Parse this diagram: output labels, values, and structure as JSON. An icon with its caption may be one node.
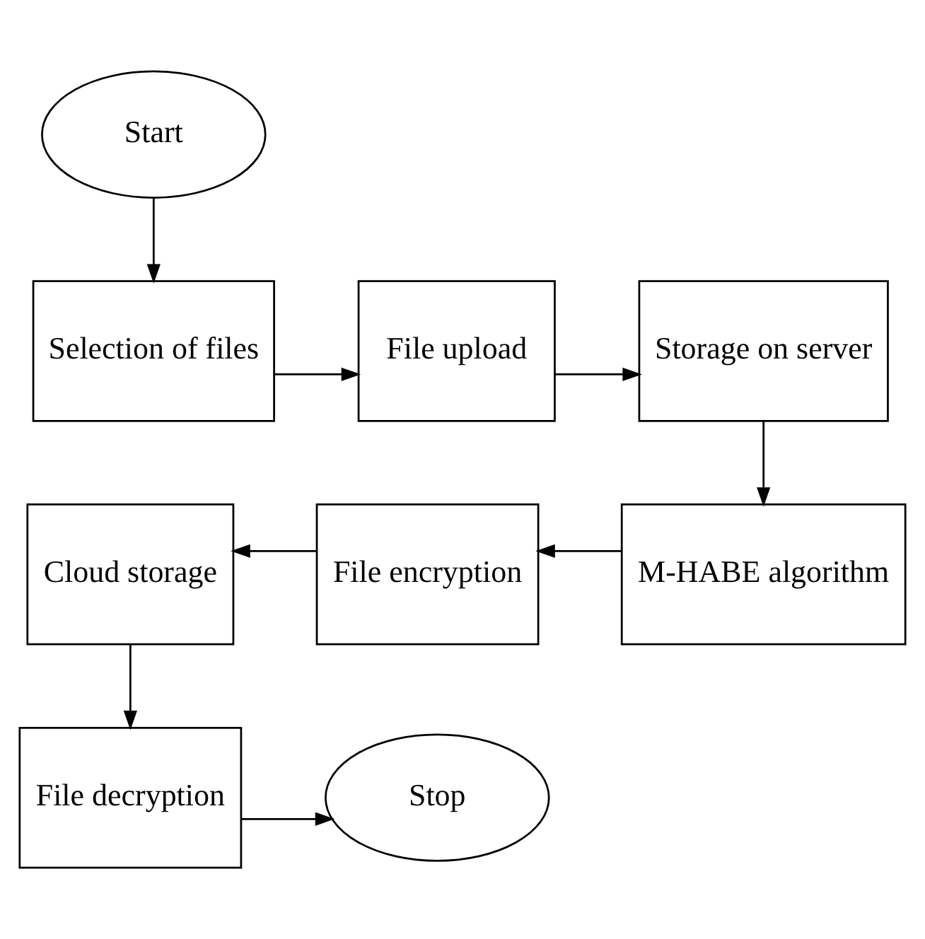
{
  "diagram": {
    "nodes": [
      {
        "text": [
          "Start"
        ]
      },
      {
        "text": [
          "Selection of files"
        ]
      },
      {
        "text": [
          "File upload"
        ]
      },
      {
        "text": [
          "Storage on server"
        ]
      },
      {
        "text": [
          "M-HABE algorithm"
        ]
      },
      {
        "text": [
          "File encryption"
        ]
      },
      {
        "text": [
          "Cloud storage"
        ]
      },
      {
        "text": [
          "File decryption"
        ]
      },
      {
        "text": [
          "Stop"
        ]
      }
    ],
    "edges": [
      {
        "from": 0,
        "to": 1,
        "arrow": "to"
      },
      {
        "from": 1,
        "to": 2,
        "arrow": "to"
      },
      {
        "from": 2,
        "to": 3,
        "arrow": "to"
      },
      {
        "from": 3,
        "to": 4,
        "arrow": "to"
      },
      {
        "from": 4,
        "to": 5,
        "arrow": "to"
      },
      {
        "from": 5,
        "to": 6,
        "arrow": "to"
      },
      {
        "from": 6,
        "to": 7,
        "arrow": "to"
      },
      {
        "from": 7,
        "to": 8,
        "arrow": "to"
      }
    ]
  }
}
